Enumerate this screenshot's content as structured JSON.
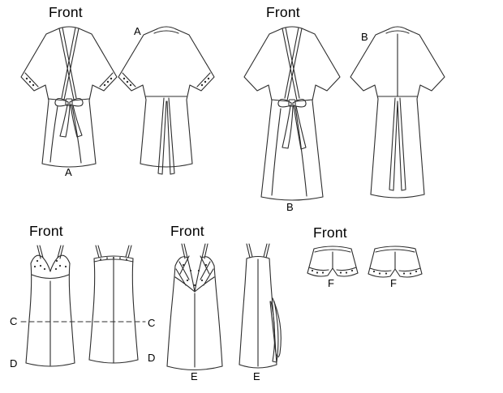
{
  "illustration": {
    "headings": {
      "robe_a": "Front",
      "robe_b": "Front",
      "slip_cd": "Front",
      "gown_e": "Front",
      "shorts_f": "Front"
    },
    "view_labels": {
      "a_back": "A",
      "a_front": "A",
      "b_back": "B",
      "b_front": "B",
      "c_left": "C",
      "c_right": "C",
      "d_left": "D",
      "d_right": "D",
      "e_front": "E",
      "e_back": "E",
      "f_front": "F",
      "f_back": "F"
    },
    "colors": {
      "line": "#2c2c2c",
      "background": "#ffffff",
      "text": "#000000"
    }
  }
}
